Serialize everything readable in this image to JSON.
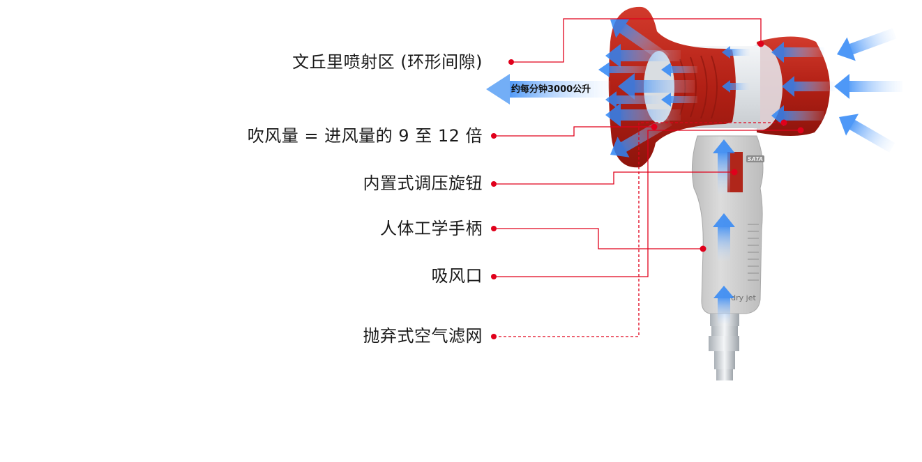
{
  "product": {
    "brand_mark": "SATA",
    "model_mark": "dry jet"
  },
  "flow_note": "约每分钟3000公升",
  "callouts": [
    {
      "id": "venturi",
      "text": "文丘里喷射区 (环形间隙)"
    },
    {
      "id": "output",
      "text": "吹风量 = 进风量的 9 至 12 倍"
    },
    {
      "id": "regulator",
      "text": "内置式调压旋钮"
    },
    {
      "id": "handle",
      "text": "人体工学手柄"
    },
    {
      "id": "intake",
      "text": "吸风口"
    },
    {
      "id": "filter",
      "text": "抛弃式空气滤网"
    }
  ],
  "colors": {
    "leader_line": "#e0001b",
    "body_red": "#b8231a",
    "airflow_blue": "#3a8cf5",
    "handle_gray": "#c9c9c9"
  }
}
